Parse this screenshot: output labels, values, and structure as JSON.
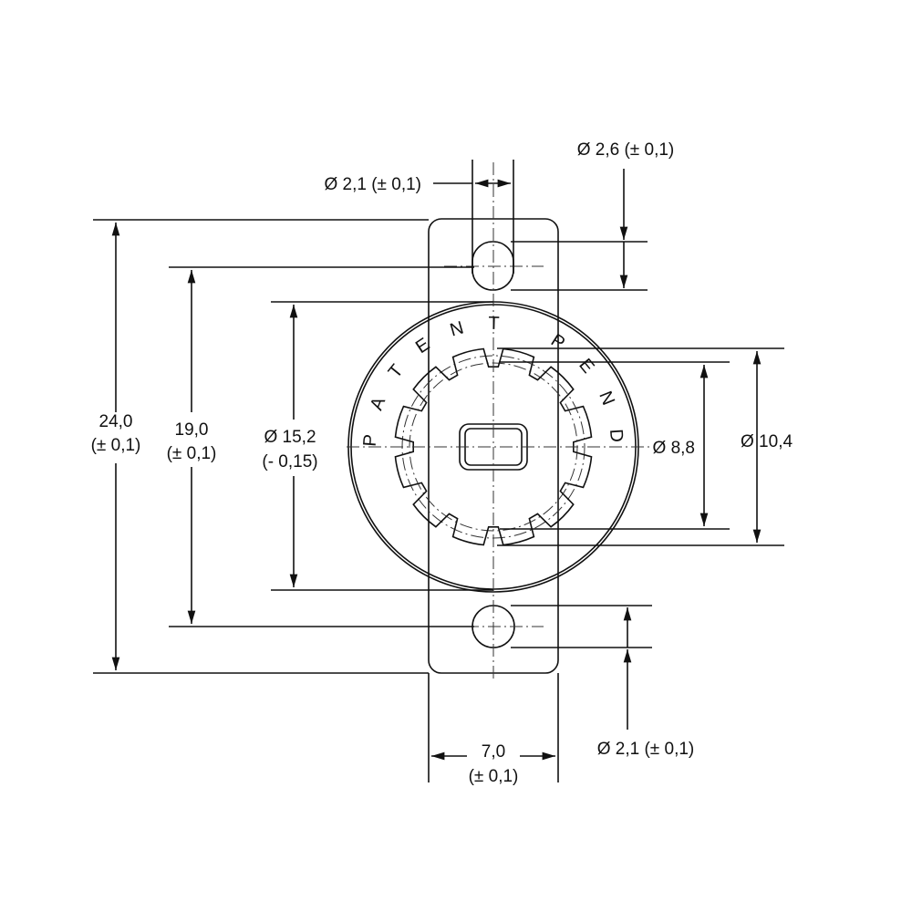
{
  "drawing": {
    "stamp_text": "PATENT PEND",
    "dimensions": {
      "top_slot_width": "Ø 2,1 (± 0,1)",
      "top_slot_height": "Ø 2,6 (± 0,1)",
      "overall_height": [
        "24,0",
        "(± 0,1)"
      ],
      "hole_spacing": [
        "19,0",
        "(± 0,1)"
      ],
      "body_diameter": [
        "Ø 15,2",
        "(- 0,15)"
      ],
      "inner_diameter": "Ø 8,8",
      "outer_gear_diameter": "Ø 10,4",
      "bottom_hole": "Ø 2,1 (± 0,1)",
      "plate_width": [
        "7,0",
        "(± 0,1)"
      ]
    }
  }
}
